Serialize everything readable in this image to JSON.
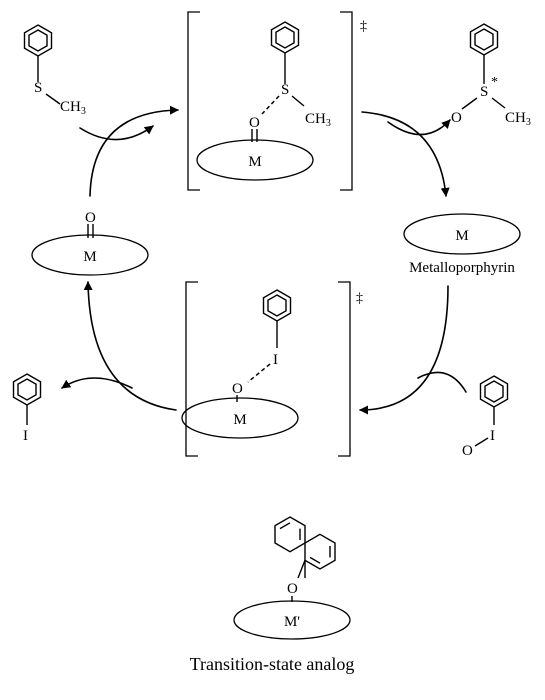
{
  "atoms": {
    "sulfur": "S",
    "methyl": "CH",
    "methyl_sub": "3",
    "oxygen": "O",
    "metal": "M",
    "metal_prime": "M'",
    "iodine": "I",
    "chiral_mark": "*",
    "dagger": "‡"
  },
  "labels": {
    "metalloporphyrin": "Metalloporphyrin",
    "transition_state_analog": "Transition-state analog"
  }
}
